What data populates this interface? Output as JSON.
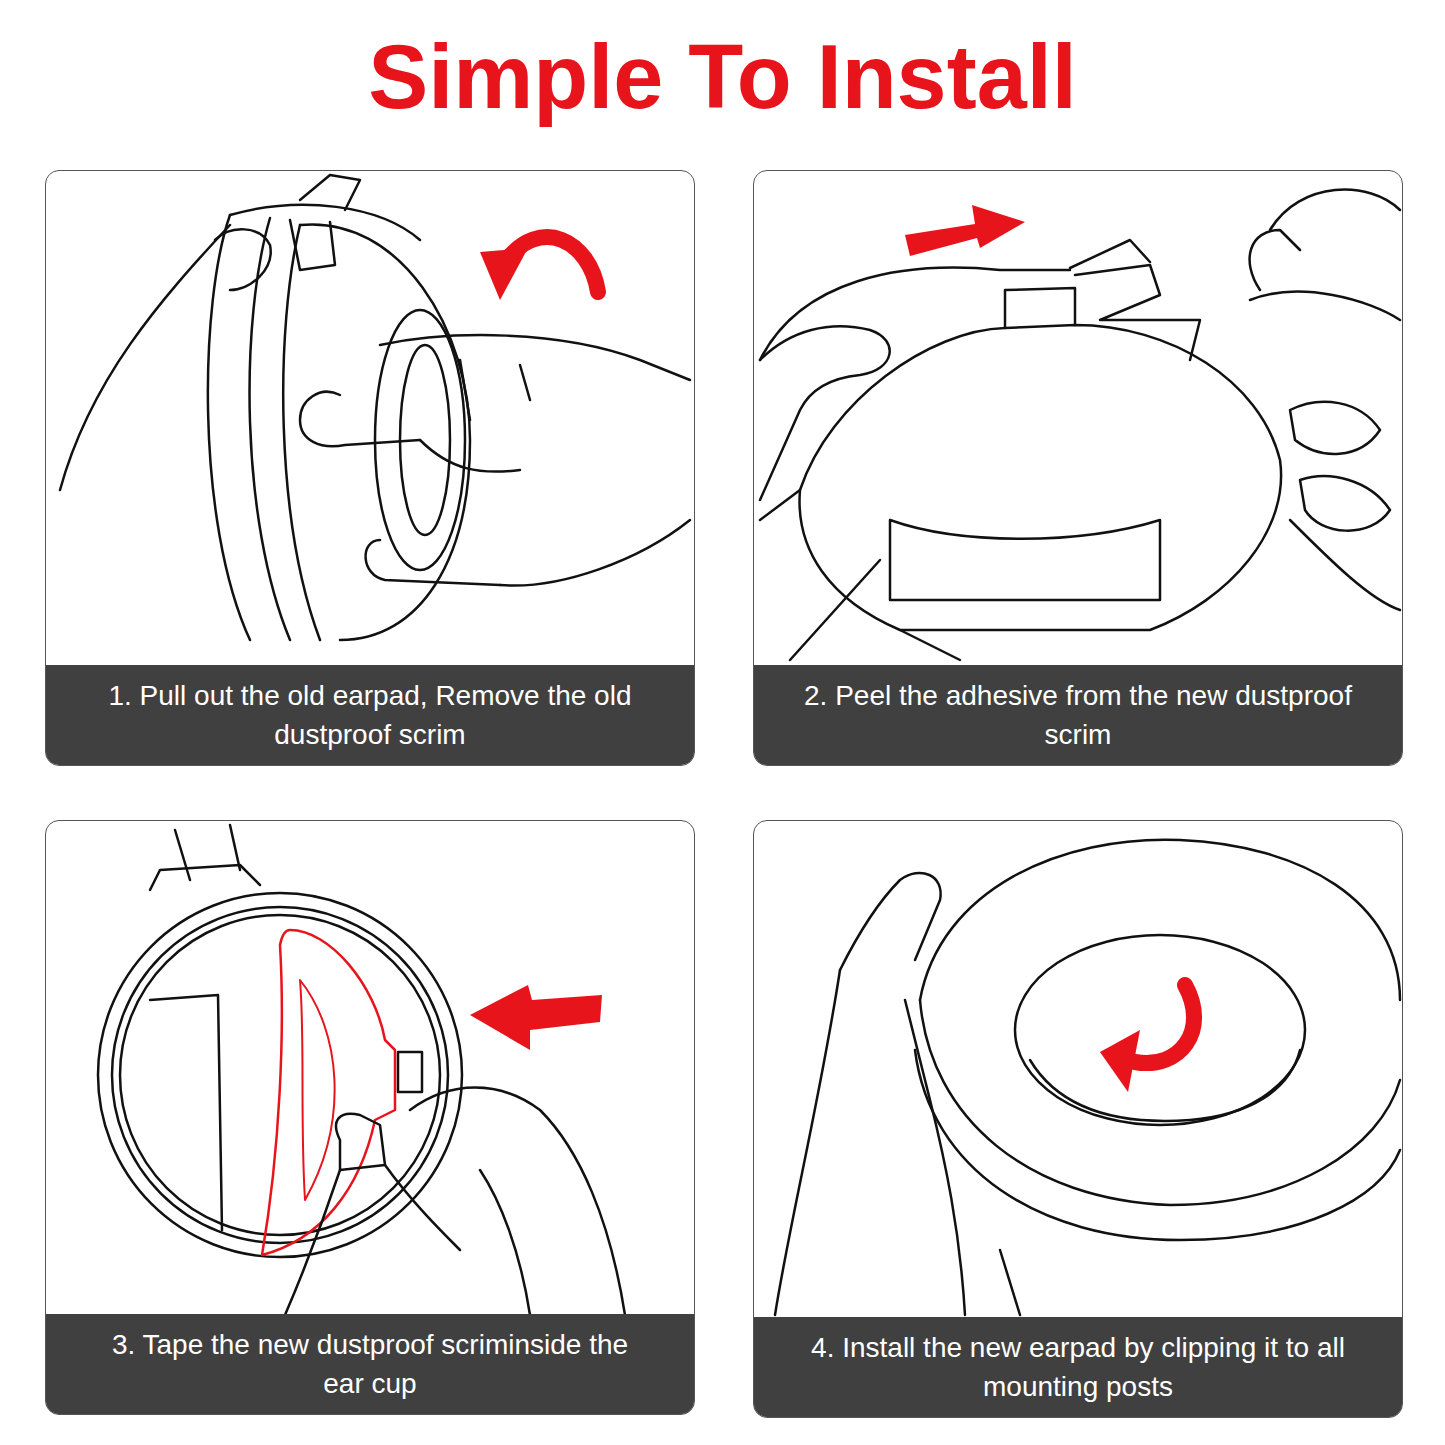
{
  "diagram": {
    "title": "Simple To Install",
    "nodes": [
      {
        "text": [
          "1. Pull out the old earpad, Remove the old dustproof scrim"
        ]
      },
      {
        "text": [
          "2. Peel the adhesive from the new dustproof scrim"
        ]
      },
      {
        "text": [
          "3. Tape the new dustproof scriminside the ear cup"
        ]
      },
      {
        "text": [
          "4. Install the new earpad by clipping it to all mounting posts"
        ]
      }
    ]
  }
}
